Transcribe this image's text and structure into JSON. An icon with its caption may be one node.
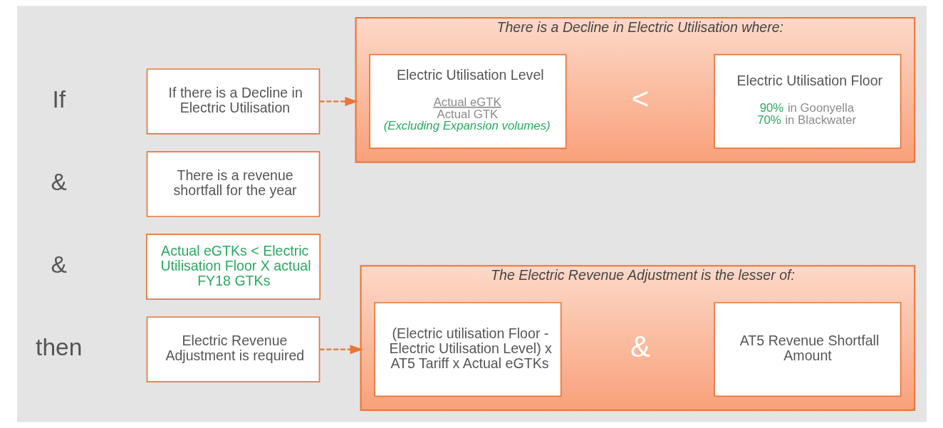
{
  "diagram": {
    "nodes": [
      {
        "text": [
          "If there is a Decline in Electric Utilisation"
        ]
      },
      {
        "text": [
          "There is a revenue shortfall for the year"
        ]
      },
      {
        "text": [
          "Actual eGTKs < Electric Utilisation Floor X actual FY18 GTKs"
        ]
      },
      {
        "text": [
          "Electric Revenue Adjustment is required"
        ]
      },
      {
        "text": [
          "There is a Decline in Electric Utilisation where:"
        ]
      },
      {
        "text": [
          "Electric Utilisation Level",
          "Actual eGTK",
          "Actual GTK",
          "(Excluding Expansion volumes)"
        ],
        "in": 4
      },
      {
        "text": [
          "Electric Utilisation Floor",
          "90% in Goonyella",
          "70% in Blackwater"
        ],
        "in": 4
      },
      {
        "text": [
          "The Electric Revenue Adjustment is the lesser of:"
        ]
      },
      {
        "text": [
          "(Electric utilisation Floor - Electric Utilisation Level) x AT5 Tariff x Actual eGTKs"
        ],
        "in": 7
      },
      {
        "text": [
          "AT5 Revenue Shortfall Amount"
        ],
        "in": 7
      }
    ],
    "edges": [
      {
        "from": 0,
        "to": 4,
        "arrow": "to",
        "style": "dashed"
      },
      {
        "from": 3,
        "to": 7,
        "arrow": "to",
        "style": "dashed"
      }
    ],
    "labels": [
      "If",
      "&",
      "&",
      "then",
      "<",
      "&"
    ]
  }
}
